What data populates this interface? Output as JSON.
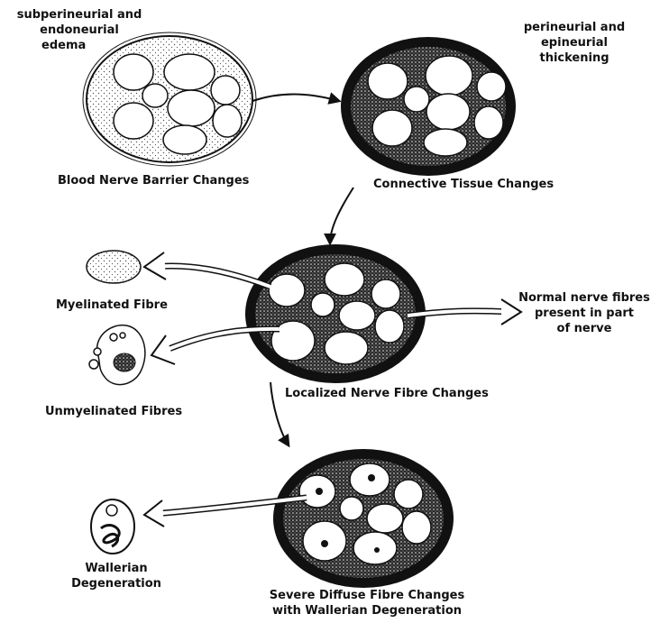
{
  "labels": {
    "edema": [
      "subperineurial and",
      "endoneurial",
      "edema"
    ],
    "thickening": [
      "perineurial and",
      "epineurial",
      "thickening"
    ],
    "blood_nerve_barrier": "Blood Nerve Barrier Changes",
    "connective_tissue": "Connective Tissue Changes",
    "myelinated": "Myelinated Fibre",
    "unmyelinated": "Unmyelinated Fibres",
    "localized": "Localized Nerve Fibre Changes",
    "normal_fibres": [
      "Normal nerve fibres",
      "present in part",
      "of nerve"
    ],
    "wallerian": [
      "Wallerian",
      "Degeneration"
    ],
    "severe": [
      "Severe Diffuse Fibre Changes",
      "with Wallerian Degeneration"
    ]
  },
  "colors": {
    "ink": "#111111",
    "paper": "#ffffff",
    "stipple": "#555555"
  }
}
